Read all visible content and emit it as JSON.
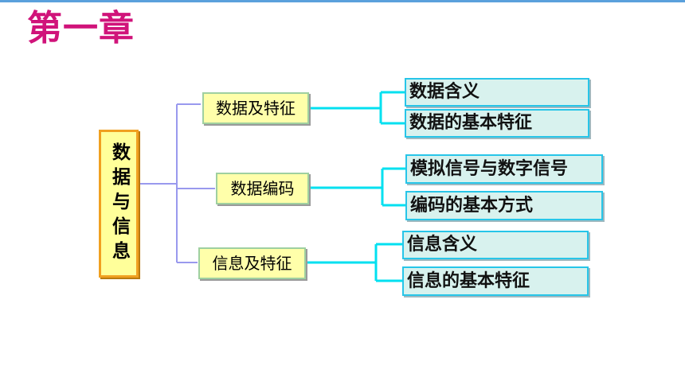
{
  "title": "第一章",
  "root": {
    "label": "数据与信息"
  },
  "branches": [
    {
      "label": "数据及特征",
      "children": [
        "数据含义",
        "数据的基本特征"
      ]
    },
    {
      "label": "数据编码",
      "children": [
        "模拟信号与数字信号",
        "编码的基本方式"
      ]
    },
    {
      "label": "信息及特征",
      "children": [
        "信息含义",
        "信息的基本特征"
      ]
    }
  ],
  "colors": {
    "title": "#d0137a",
    "root_fill": "#ffff9a",
    "root_border": "#f0a020",
    "branch_fill": "#ffffaa",
    "leaf_fill": "#d8f2ee",
    "leaf_border": "#27c5e8",
    "left_connector": "#9999ee",
    "right_connector": "#00e0f0"
  }
}
